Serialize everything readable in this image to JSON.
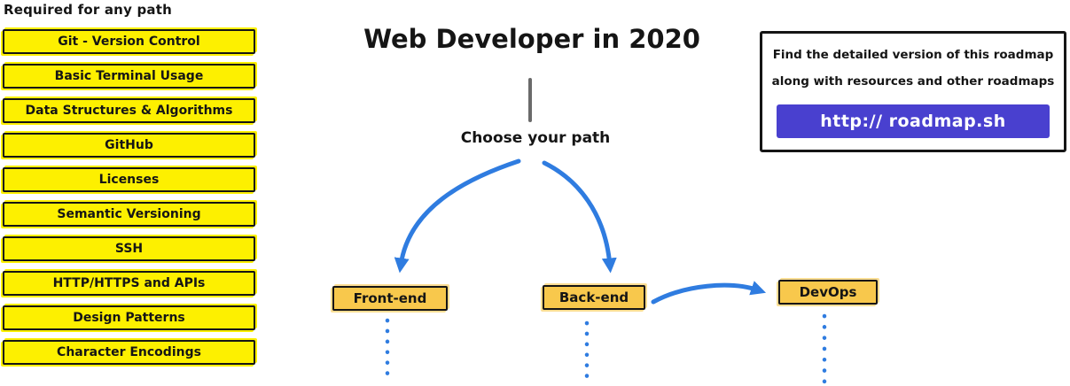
{
  "left_column": {
    "header": "Required for any path",
    "items": [
      "Git - Version Control",
      "Basic Terminal Usage",
      "Data Structures & Algorithms",
      "GitHub",
      "Licenses",
      "Semantic Versioning",
      "SSH",
      "HTTP/HTTPS and APIs",
      "Design Patterns",
      "Character Encodings"
    ]
  },
  "center": {
    "title": "Web Developer in 2020",
    "choose_label": "Choose your path",
    "paths": [
      {
        "label": "Front-end"
      },
      {
        "label": "Back-end"
      },
      {
        "label": "DevOps"
      }
    ]
  },
  "info_box": {
    "line1": "Find the detailed version of this roadmap",
    "line2": "along with resources and other roadmaps",
    "button_label": "http:// roadmap.sh"
  },
  "colors": {
    "highlight_yellow": "#FDF000",
    "node_orange": "#F8C84C",
    "arrow_blue": "#2F7CE0",
    "button_purple": "#4940CF",
    "border_ink": "#151515",
    "connector_gray": "#6A6A6A"
  }
}
